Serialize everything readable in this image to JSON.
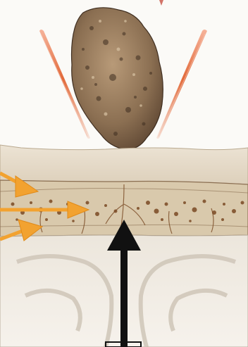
{
  "diagram": {
    "elements": [
      {
        "id": "rock",
        "icon": "rock-fragment"
      },
      {
        "id": "impact-streak-left",
        "icon": "impact-streak"
      },
      {
        "id": "impact-streak-right",
        "icon": "impact-streak"
      },
      {
        "id": "scalp",
        "icon": "tissue-layer"
      },
      {
        "id": "skull-bone",
        "icon": "bone-layer"
      },
      {
        "id": "brain",
        "icon": "brain-tissue"
      },
      {
        "id": "force-arrow",
        "icon": "arrow-up"
      },
      {
        "id": "side-arrows",
        "icon": "arrow-right"
      }
    ],
    "colors": {
      "background": "#fbfaf7",
      "rock_base": "#8b6f52",
      "rock_dark": "#4b3726",
      "rock_light": "#cdb79a",
      "streak": "#e26a3a",
      "scalp": "#e7dccb",
      "bone": "#d9c9ac",
      "marrow": "#7a4a24",
      "dura_line": "#8b6f52",
      "brain_white": "#eee8df",
      "brain_gray": "#cfc6b8",
      "side_arrow": "#f2a230",
      "force_arrow": "#111111"
    }
  }
}
